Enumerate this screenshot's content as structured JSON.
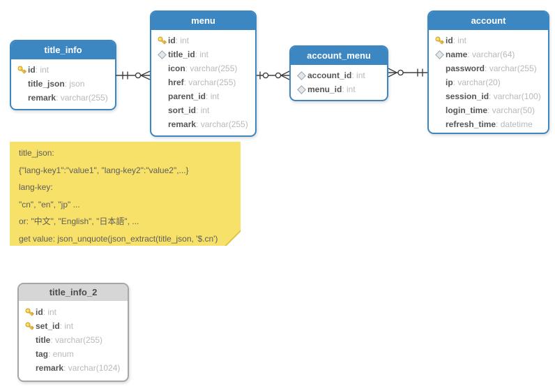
{
  "colors": {
    "table_header_blue": "#3c86c2",
    "table_border_blue": "#3c86c2",
    "gray_table_header": "#d6d6d6",
    "gray_table_border": "#a6a6a6",
    "field_name": "#555555",
    "field_type": "#b9b9b9",
    "note_background": "#f7e168",
    "connector_line": "#3f3f3f",
    "primary_key_icon": "#ffd54d",
    "foreign_key_icon": "#e3e7ea"
  },
  "tables": [
    {
      "name": "title_info",
      "style": "blue",
      "fields": [
        {
          "icon": "primary-key",
          "name": "id",
          "type": "int"
        },
        {
          "icon": "none",
          "name": "title_json",
          "type": "json"
        },
        {
          "icon": "none",
          "name": "remark",
          "type": "varchar(255)"
        }
      ]
    },
    {
      "name": "menu",
      "style": "blue",
      "fields": [
        {
          "icon": "primary-key",
          "name": "id",
          "type": "int"
        },
        {
          "icon": "foreign-key",
          "name": "title_id",
          "type": "int"
        },
        {
          "icon": "none",
          "name": "icon",
          "type": "varchar(255)"
        },
        {
          "icon": "none",
          "name": "href",
          "type": "varchar(255)"
        },
        {
          "icon": "none",
          "name": "parent_id",
          "type": "int"
        },
        {
          "icon": "none",
          "name": "sort_id",
          "type": "int"
        },
        {
          "icon": "none",
          "name": "remark",
          "type": "varchar(255)"
        }
      ]
    },
    {
      "name": "account_menu",
      "style": "blue",
      "fields": [
        {
          "icon": "foreign-key",
          "name": "account_id",
          "type": "int"
        },
        {
          "icon": "foreign-key",
          "name": "menu_id",
          "type": "int"
        }
      ]
    },
    {
      "name": "account",
      "style": "blue",
      "fields": [
        {
          "icon": "primary-key",
          "name": "id",
          "type": "int"
        },
        {
          "icon": "foreign-key",
          "name": "name",
          "type": "varchar(64)"
        },
        {
          "icon": "none",
          "name": "password",
          "type": "varchar(255)"
        },
        {
          "icon": "none",
          "name": "ip",
          "type": "varchar(20)"
        },
        {
          "icon": "none",
          "name": "session_id",
          "type": "varchar(100)"
        },
        {
          "icon": "none",
          "name": "login_time",
          "type": "varchar(50)"
        },
        {
          "icon": "none",
          "name": "refresh_time",
          "type": "datetime"
        }
      ]
    },
    {
      "name": "title_info_2",
      "style": "gray",
      "fields": [
        {
          "icon": "primary-key",
          "name": "id",
          "type": "int"
        },
        {
          "icon": "primary-key",
          "name": "set_id",
          "type": "int"
        },
        {
          "icon": "none",
          "name": "title",
          "type": "varchar(255)"
        },
        {
          "icon": "none",
          "name": "tag",
          "type": "enum"
        },
        {
          "icon": "none",
          "name": "remark",
          "type": "varchar(1024)"
        }
      ]
    }
  ],
  "connectors": [
    {
      "from": "title_info",
      "to": "menu",
      "from_cardinality": "one",
      "to_cardinality": "zero-or-many"
    },
    {
      "from": "menu",
      "to": "account_menu",
      "from_cardinality": "one-or-zero",
      "to_cardinality": "zero-or-many"
    },
    {
      "from": "account_menu",
      "to": "account",
      "from_cardinality": "zero-or-many",
      "to_cardinality": "one"
    }
  ],
  "note": {
    "lines": [
      "title_json:",
      "{\"lang-key1\":\"value1\", \"lang-key2\":\"value2\",...}",
      "lang-key:",
      "\"cn\", \"en\", \"jp\" ...",
      "or: \"中文\", \"English\", \"日本語\", ...",
      "get value: json_unquote(json_extract(title_json, '$.cn')"
    ]
  }
}
